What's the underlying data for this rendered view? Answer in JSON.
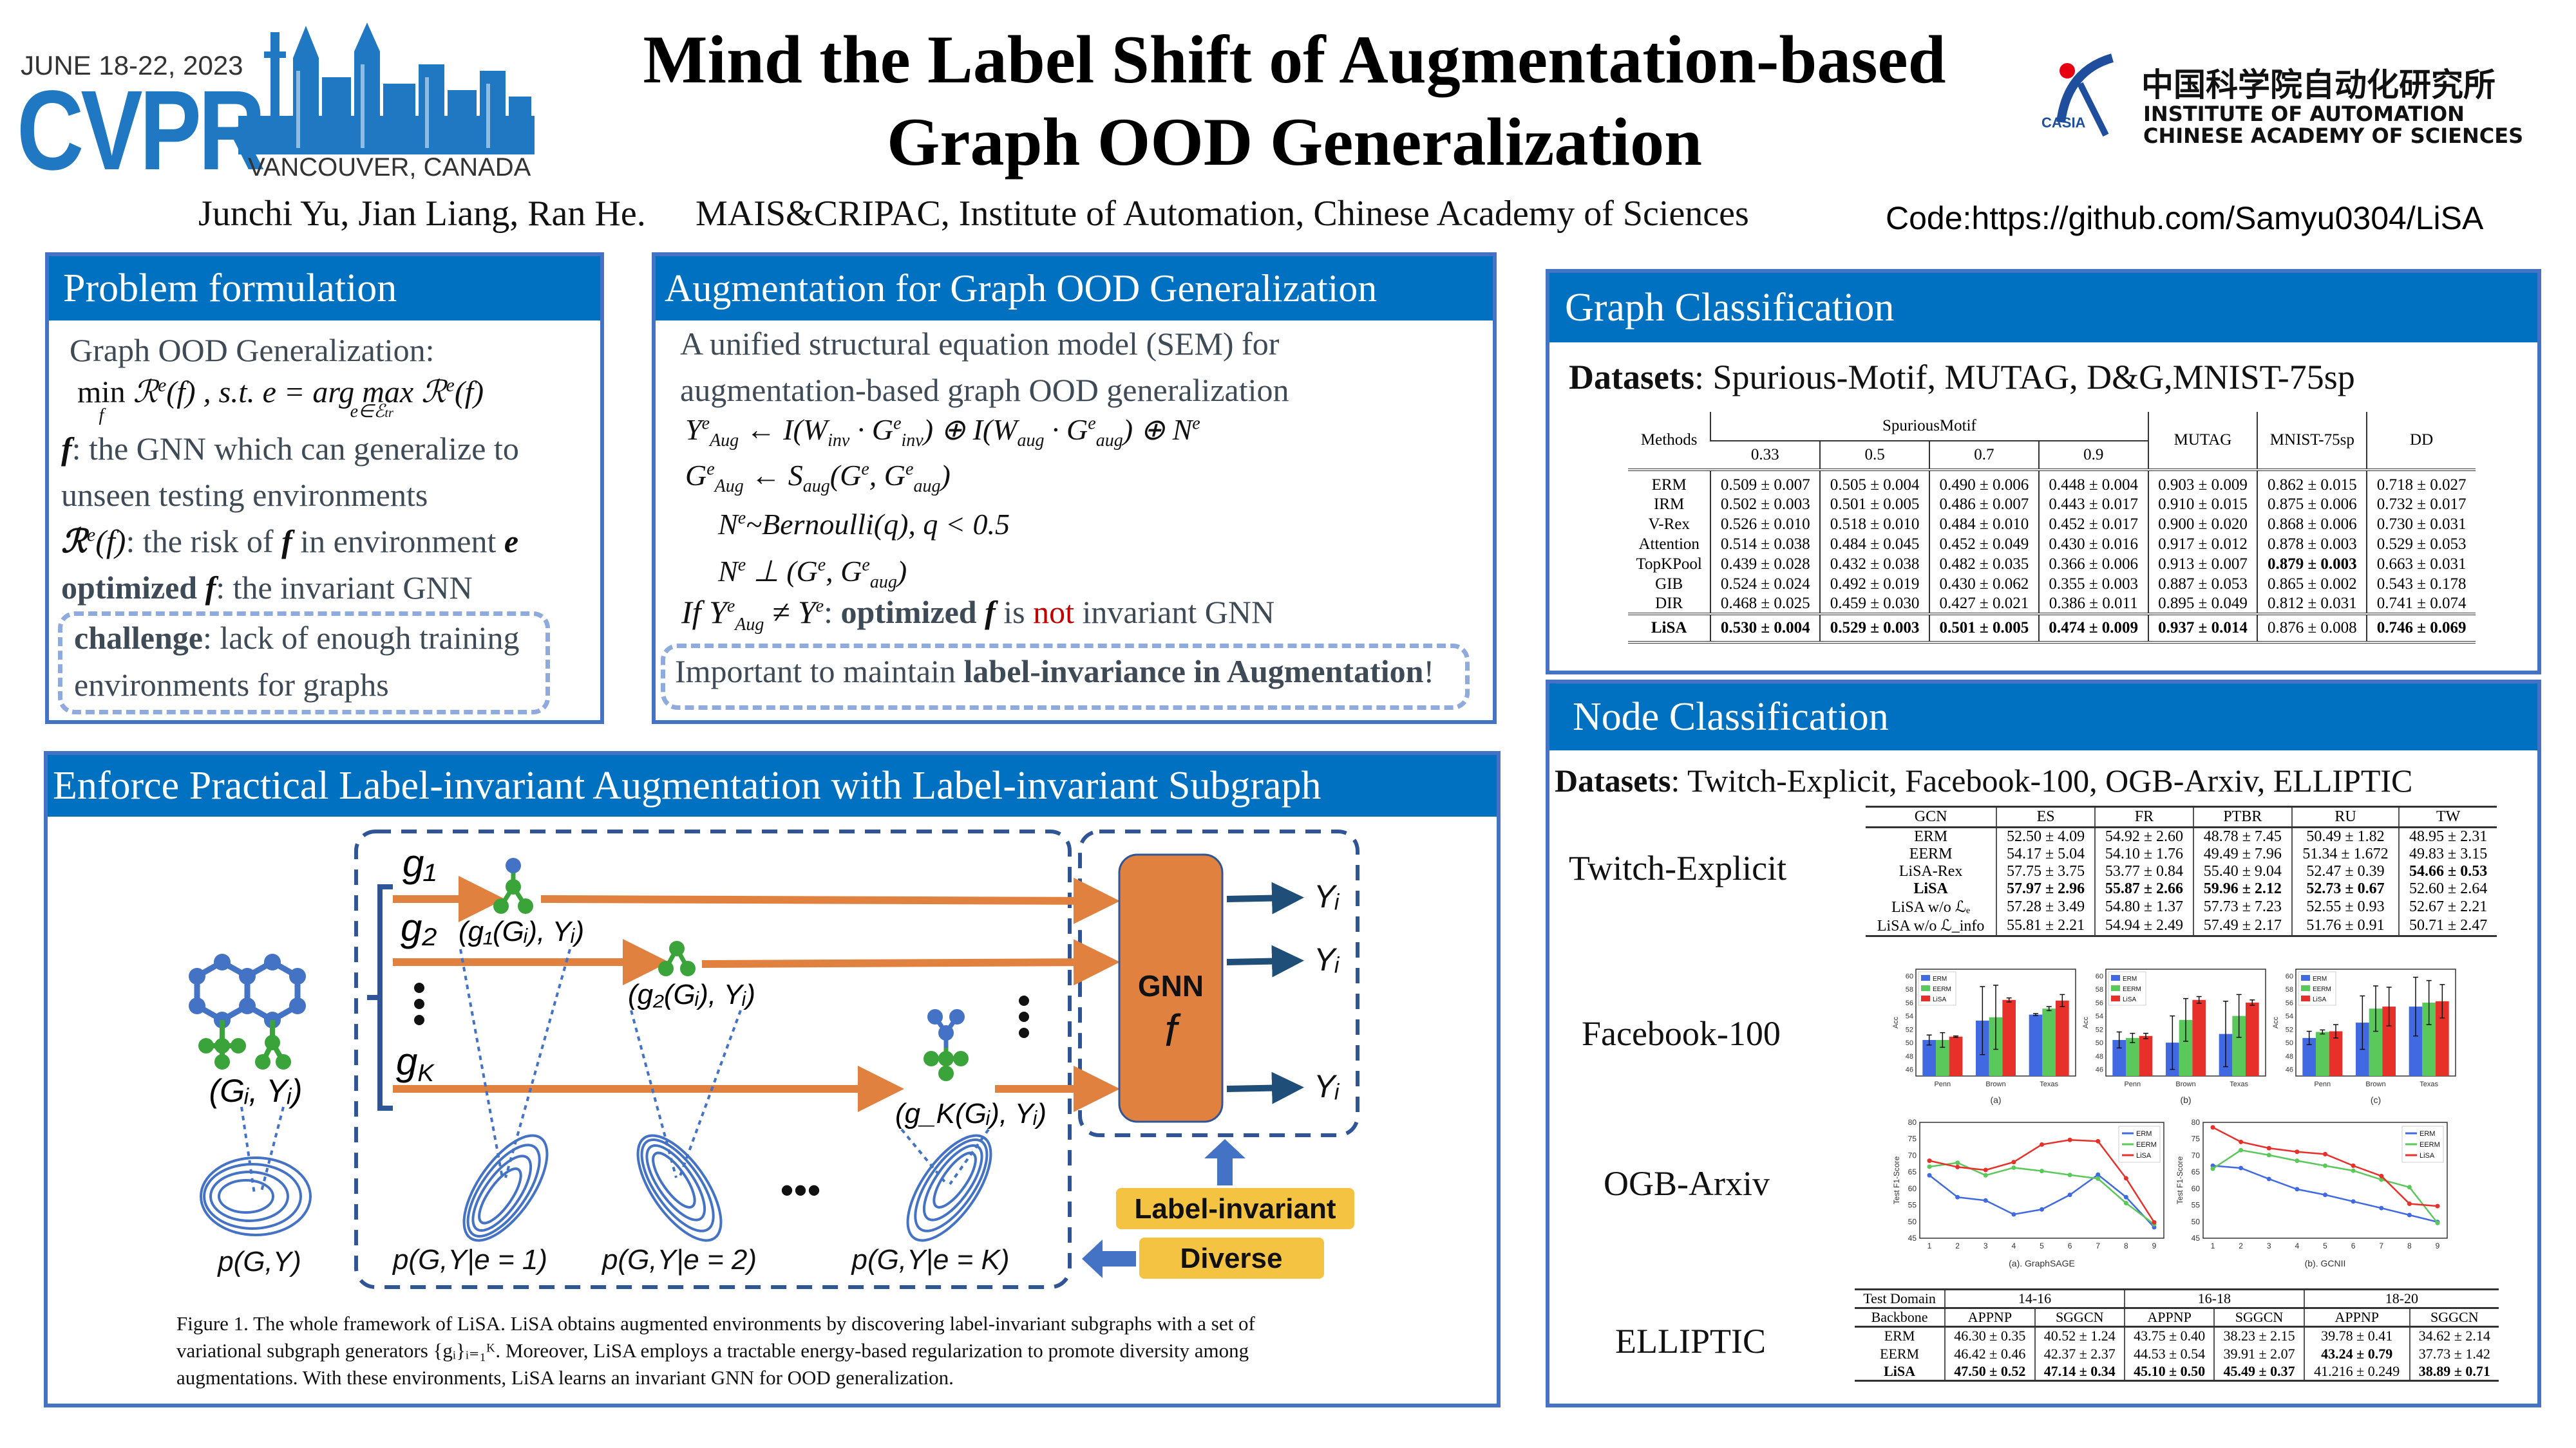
{
  "header": {
    "conference_date": "JUNE 18-22, 2023",
    "conference_name": "CVPR",
    "conference_location": "VANCOUVER, CANADA",
    "title_line1": "Mind the Label Shift of Augmentation-based",
    "title_line2": "Graph OOD Generalization",
    "authors": "Junchi Yu, Jian Liang, Ran He.",
    "affiliation": "MAIS&CRIPAC, Institute of Automation, Chinese Academy of Sciences",
    "code": "Code:https://github.com/Samyu0304/LiSA",
    "institute_cn": "中国科学院自动化研究所",
    "institute_en1": "INSTITUTE OF AUTOMATION",
    "institute_en2": "CHINESE ACADEMY OF SCIENCES",
    "institute_abbr": "CASIA"
  },
  "problem": {
    "title": "Problem formulation",
    "line1": "Graph OOD Generalization:",
    "eq_min": "min",
    "eq_f": "f",
    "eq_risk": "ℛ",
    "eq_e": "e",
    "eq_mid": "(f) , s.t. e = arg max",
    "eq_sub": "e∈ℰ",
    "eq_tr": "tr",
    "eq_end": "(f)",
    "f_sym": "f",
    "line3": ": the GNN which can generalize to",
    "line4": "unseen testing environments",
    "risk_sym": "ℛ",
    "risk_sup": "e",
    "risk_arg": "(f)",
    "line5": ": the risk of ",
    "line5_f": "f",
    "line5_end": " in environment ",
    "line5_e": "e",
    "line6_a": "optimized ",
    "line6_f": "f",
    "line6_b": ": the invariant GNN",
    "challenge_label": "challenge",
    "challenge_text1": ": lack of enough training",
    "challenge_text2": "environments for graphs"
  },
  "augmentation": {
    "title": "Augmentation for Graph OOD Generalization",
    "line1": "A unified structural equation model (SEM) for",
    "line2": "augmentation-based graph OOD generalization",
    "eq1": "Y",
    "eq1_sup": "e",
    "eq1_sub": "Aug",
    "eq1_rest": " ← I(W",
    "eq1_inv": "inv",
    "eq1_b": " · G",
    "eq1_b_sup": "e",
    "eq1_b_sub": "inv",
    "eq1_c": ") ⊕ I(W",
    "eq1_aug": "aug",
    "eq1_d": " · G",
    "eq1_d_sup": "e",
    "eq1_d_sub": "aug",
    "eq1_e": ") ⊕ N",
    "eq1_e_sup": "e",
    "eq2": "G",
    "eq2_sup": "e",
    "eq2_sub": "Aug",
    "eq2_b": " ← S",
    "eq2_b_sub": "aug",
    "eq2_c": "(G",
    "eq2_c_sup": "e",
    "eq2_d": ", G",
    "eq2_d_sup": "e",
    "eq2_d_sub": "aug",
    "eq2_e": ")",
    "eq3": "N",
    "eq3_sup": "e",
    "eq3_rest": "~Bernoulli(q), q < 0.5",
    "eq4": "N",
    "eq4_sup": "e",
    "eq4_rest": " ⊥ (G",
    "eq4_b_sup": "e",
    "eq4_c": ", G",
    "eq4_c_sup": "e",
    "eq4_c_sub": "aug",
    "eq4_d": ")",
    "if_a": "If Y",
    "if_sup": "e",
    "if_sub": "Aug",
    "if_b": " ≠ Y",
    "if_b_sup": "e",
    "if_c": ": ",
    "if_opt": "optimized ",
    "if_f": "f",
    "if_is": " is ",
    "if_not": "not",
    "if_end": " invariant GNN",
    "important_a": "Important to maintain ",
    "important_b": "label-invariance in Augmentation",
    "important_c": "!"
  },
  "framework": {
    "title": "Enforce Practical Label-invariant Augmentation with Label-invariant Subgraph",
    "g1": "g₁",
    "g2": "g₂",
    "gk": "g",
    "gk_sub": "K",
    "g1_pair": "(g₁(Gᵢ), Yᵢ)",
    "g2_pair": "(g₂(Gᵢ), Yᵢ)",
    "gk_pair": "(g_K(Gᵢ), Yᵢ)",
    "input_pair": "(Gᵢ, Yᵢ)",
    "gnn": "GNN",
    "gnn_f": "f",
    "output": "Yᵢ",
    "p_joint": "p(G,Y)",
    "p_e1": "p(G,Y|e = 1)",
    "p_e2": "p(G,Y|e = 2)",
    "p_ek": "p(G,Y|e = K)",
    "ellipsis": "•••",
    "label_invariant": "Label-invariant",
    "diverse": "Diverse",
    "caption1": "Figure 1.  The whole framework of LiSA. LiSA obtains augmented environments by discovering label-invariant subgraphs with a set of",
    "caption2": "variational subgraph generators {gᵢ}ᵢ₌₁ᴷ.  Moreover, LiSA employs a tractable energy-based regularization to promote diversity among",
    "caption3": "augmentations. With these environments, LiSA learns an invariant GNN for OOD generalization."
  },
  "graph_cls": {
    "title": "Graph Classification",
    "datasets_label": "Datasets",
    "datasets_value": ": Spurious-Motif, MUTAG, D&G,MNIST-75sp",
    "table": {
      "methods_header": "Methods",
      "group_header": "SpuriousMotif",
      "sub_headers": [
        "0.33",
        "0.5",
        "0.7",
        "0.9"
      ],
      "other_headers": [
        "MUTAG",
        "MNIST-75sp",
        "DD"
      ],
      "rows": [
        {
          "method": "ERM",
          "cells": [
            "0.509 ± 0.007",
            "0.505 ± 0.004",
            "0.490 ± 0.006",
            "0.448 ± 0.004",
            "0.903 ± 0.009",
            "0.862 ± 0.015",
            "0.718 ± 0.027"
          ],
          "bold": []
        },
        {
          "method": "IRM",
          "cells": [
            "0.502 ± 0.003",
            "0.501 ± 0.005",
            "0.486 ± 0.007",
            "0.443 ± 0.017",
            "0.910 ± 0.015",
            "0.875 ± 0.006",
            "0.732 ± 0.017"
          ],
          "bold": []
        },
        {
          "method": "V-Rex",
          "cells": [
            "0.526 ± 0.010",
            "0.518 ± 0.010",
            "0.484 ± 0.010",
            "0.452 ± 0.017",
            "0.900 ± 0.020",
            "0.868 ± 0.006",
            "0.730 ± 0.031"
          ],
          "bold": []
        },
        {
          "method": "Attention",
          "cells": [
            "0.514 ± 0.038",
            "0.484 ± 0.045",
            "0.452 ± 0.049",
            "0.430 ± 0.016",
            "0.917 ± 0.012",
            "0.878 ± 0.003",
            "0.529 ± 0.053"
          ],
          "bold": []
        },
        {
          "method": "TopKPool",
          "cells": [
            "0.439 ± 0.028",
            "0.432 ± 0.038",
            "0.482 ± 0.035",
            "0.366 ± 0.006",
            "0.913 ± 0.007",
            "0.879 ± 0.003",
            "0.663 ± 0.031"
          ],
          "bold": [
            5
          ]
        },
        {
          "method": "GIB",
          "cells": [
            "0.524 ± 0.024",
            "0.492 ± 0.019",
            "0.430 ± 0.062",
            "0.355 ± 0.003",
            "0.887 ± 0.053",
            "0.865 ± 0.002",
            "0.543 ± 0.178"
          ],
          "bold": []
        },
        {
          "method": "DIR",
          "cells": [
            "0.468 ± 0.025",
            "0.459 ± 0.030",
            "0.427 ± 0.021",
            "0.386 ± 0.011",
            "0.895 ± 0.049",
            "0.812 ± 0.031",
            "0.741 ± 0.074"
          ],
          "bold": []
        },
        {
          "method": "LiSA",
          "cells": [
            "0.530 ± 0.004",
            "0.529 ± 0.003",
            "0.501 ± 0.005",
            "0.474 ± 0.009",
            "0.937 ± 0.014",
            "0.876 ± 0.008",
            "0.746 ± 0.069"
          ],
          "bold": [
            0,
            1,
            2,
            3,
            4,
            6
          ],
          "method_bold": true
        }
      ]
    }
  },
  "node_cls": {
    "title": "Node Classification",
    "datasets_label": "Datasets",
    "datasets_value": ": Twitch-Explicit, Facebook-100, OGB-Arxiv, ELLIPTIC",
    "dataset_names": [
      "Twitch-Explicit",
      "Facebook-100",
      "OGB-Arxiv",
      "ELLIPTIC"
    ],
    "twitch_table": {
      "headers": [
        "GCN",
        "ES",
        "FR",
        "PTBR",
        "RU",
        "TW"
      ],
      "rows": [
        {
          "method": "ERM",
          "cells": [
            "52.50 ± 4.09",
            "54.92 ± 2.60",
            "48.78 ± 7.45",
            "50.49 ± 1.82",
            "48.95 ± 2.31"
          ],
          "bold": []
        },
        {
          "method": "EERM",
          "cells": [
            "54.17 ± 5.04",
            "54.10 ± 1.76",
            "49.49 ± 7.96",
            "51.34 ± 1.672",
            "49.83 ± 3.15"
          ],
          "bold": []
        },
        {
          "method": "LiSA-Rex",
          "cells": [
            "57.75 ± 3.75",
            "53.77 ± 0.84",
            "55.40 ± 9.04",
            "52.47 ± 0.39",
            "54.66 ± 0.53"
          ],
          "bold": [
            4
          ]
        },
        {
          "method": "LiSA",
          "cells": [
            "57.97 ± 2.96",
            "55.87 ± 2.66",
            "59.96 ± 2.12",
            "52.73 ± 0.67",
            "52.60 ± 2.64"
          ],
          "bold": [
            0,
            1,
            2,
            3
          ],
          "method_bold": true
        },
        {
          "method": "LiSA w/o ℒₑ",
          "cells": [
            "57.28 ± 3.49",
            "54.80 ± 1.37",
            "57.73 ± 7.23",
            "52.55 ± 0.93",
            "52.67 ± 2.21"
          ],
          "bold": []
        },
        {
          "method": "LiSA w/o ℒ_info",
          "cells": [
            "55.81 ± 2.21",
            "54.94 ± 2.49",
            "57.49 ± 2.17",
            "51.76 ± 0.91",
            "50.71 ± 2.47"
          ],
          "bold": []
        }
      ]
    },
    "elliptic_table": {
      "domain_header": "Test Domain",
      "domains": [
        "14-16",
        "16-18",
        "18-20"
      ],
      "backbone_header": "Backbone",
      "backbones": [
        "APPNP",
        "SGGCN",
        "APPNP",
        "SGGCN",
        "APPNP",
        "SGGCN"
      ],
      "rows": [
        {
          "method": "ERM",
          "cells": [
            "46.30 ± 0.35",
            "40.52 ± 1.24",
            "43.75 ± 0.40",
            "38.23 ± 2.15",
            "39.78 ± 0.41",
            "34.62 ± 2.14"
          ],
          "bold": []
        },
        {
          "method": "EERM",
          "cells": [
            "46.42 ± 0.46",
            "42.37 ± 2.37",
            "44.53 ± 0.54",
            "39.91 ± 2.07",
            "43.24 ± 0.79",
            "37.73 ± 1.42"
          ],
          "bold": [
            4
          ]
        },
        {
          "method": "LiSA",
          "cells": [
            "47.50 ± 0.52",
            "47.14 ± 0.34",
            "45.10 ± 0.50",
            "45.49 ± 0.37",
            "41.216 ± 0.249",
            "38.89 ± 0.71"
          ],
          "bold": [
            0,
            1,
            2,
            3,
            5
          ],
          "method_bold": true
        }
      ]
    }
  },
  "colors": {
    "primary": "#0070c0",
    "border": "#4472c4",
    "gnn": "#e0813f",
    "tag": "#f5c342",
    "erm": "#4169e1",
    "eerm": "#5ac85a",
    "lisa": "#e8302a"
  },
  "chart_data": [
    {
      "type": "bar",
      "title": "(a)",
      "ylabel": "Acc",
      "ylim": [
        45,
        61
      ],
      "yticks": [
        46,
        48,
        50,
        52,
        54,
        56,
        58,
        60
      ],
      "categories": [
        "Penn",
        "Brown",
        "Texas"
      ],
      "legend": "top-left",
      "series": [
        {
          "name": "ERM",
          "values": [
            50.4,
            53.3,
            54.2
          ],
          "errors": [
            0.75,
            5.1,
            0.15
          ]
        },
        {
          "name": "EERM",
          "values": [
            50.4,
            53.8,
            55.1
          ],
          "errors": [
            1.1,
            4.8,
            0.3
          ]
        },
        {
          "name": "LiSA",
          "values": [
            50.9,
            56.4,
            56.3
          ],
          "errors": [
            0.1,
            0.3,
            0.9
          ]
        }
      ]
    },
    {
      "type": "bar",
      "title": "(b)",
      "ylabel": "Acc",
      "ylim": [
        45,
        61
      ],
      "yticks": [
        46,
        48,
        50,
        52,
        54,
        56,
        58,
        60
      ],
      "categories": [
        "Penn",
        "Brown",
        "Texas"
      ],
      "legend": "top-left",
      "series": [
        {
          "name": "ERM",
          "values": [
            50.4,
            50.0,
            51.3
          ],
          "errors": [
            1.2,
            4.0,
            4.9
          ]
        },
        {
          "name": "EERM",
          "values": [
            50.7,
            53.4,
            54.0
          ],
          "errors": [
            0.7,
            3.2,
            3.2
          ]
        },
        {
          "name": "LiSA",
          "values": [
            51.0,
            56.4,
            56.0
          ],
          "errors": [
            0.4,
            0.5,
            0.4
          ]
        }
      ]
    },
    {
      "type": "bar",
      "title": "(c)",
      "ylabel": "Acc",
      "ylim": [
        45,
        61
      ],
      "yticks": [
        46,
        48,
        50,
        52,
        54,
        56,
        58,
        60
      ],
      "categories": [
        "Penn",
        "Brown",
        "Texas"
      ],
      "legend": "top-left",
      "series": [
        {
          "name": "ERM",
          "values": [
            50.7,
            53.0,
            55.4
          ],
          "errors": [
            1.0,
            4.0,
            4.4
          ]
        },
        {
          "name": "EERM",
          "values": [
            51.6,
            55.1,
            56.0
          ],
          "errors": [
            0.3,
            3.4,
            3.3
          ]
        },
        {
          "name": "LiSA",
          "values": [
            51.7,
            55.4,
            56.2
          ],
          "errors": [
            1.0,
            2.9,
            2.5
          ]
        }
      ]
    },
    {
      "type": "line",
      "title": "(a). GraphSAGE",
      "ylabel": "Test F1-Score",
      "ylim": [
        45,
        80
      ],
      "yticks": [
        45,
        50,
        55,
        60,
        65,
        70,
        75,
        80
      ],
      "x": [
        1,
        2,
        3,
        4,
        5,
        6,
        7,
        8,
        9
      ],
      "legend": "top-right",
      "series": [
        {
          "name": "ERM",
          "values": [
            64.0,
            57.4,
            56.4,
            52.2,
            53.7,
            58.1,
            64.2,
            57.4,
            48.3
          ]
        },
        {
          "name": "EERM",
          "values": [
            66.6,
            67.8,
            64.0,
            66.3,
            65.3,
            64.1,
            63.0,
            55.6,
            49.2
          ]
        },
        {
          "name": "LiSA",
          "values": [
            68.4,
            66.5,
            65.6,
            68.0,
            73.3,
            74.7,
            74.3,
            63.1,
            49.8
          ]
        }
      ]
    },
    {
      "type": "line",
      "title": "(b). GCNII",
      "ylabel": "Test F1-Score",
      "ylim": [
        45,
        80
      ],
      "yticks": [
        45,
        50,
        55,
        60,
        65,
        70,
        75,
        80
      ],
      "x": [
        1,
        2,
        3,
        4,
        5,
        6,
        7,
        8,
        9
      ],
      "legend": "top-right",
      "series": [
        {
          "name": "ERM",
          "values": [
            66.9,
            66.2,
            62.9,
            59.8,
            58.1,
            56.1,
            54.1,
            52.0,
            49.9
          ]
        },
        {
          "name": "EERM",
          "values": [
            66.0,
            71.6,
            70.1,
            68.4,
            66.9,
            65.4,
            62.7,
            60.4,
            49.6
          ]
        },
        {
          "name": "LiSA",
          "values": [
            78.5,
            74.1,
            72.2,
            71.1,
            70.4,
            66.9,
            63.8,
            55.4,
            54.7
          ]
        }
      ]
    }
  ]
}
